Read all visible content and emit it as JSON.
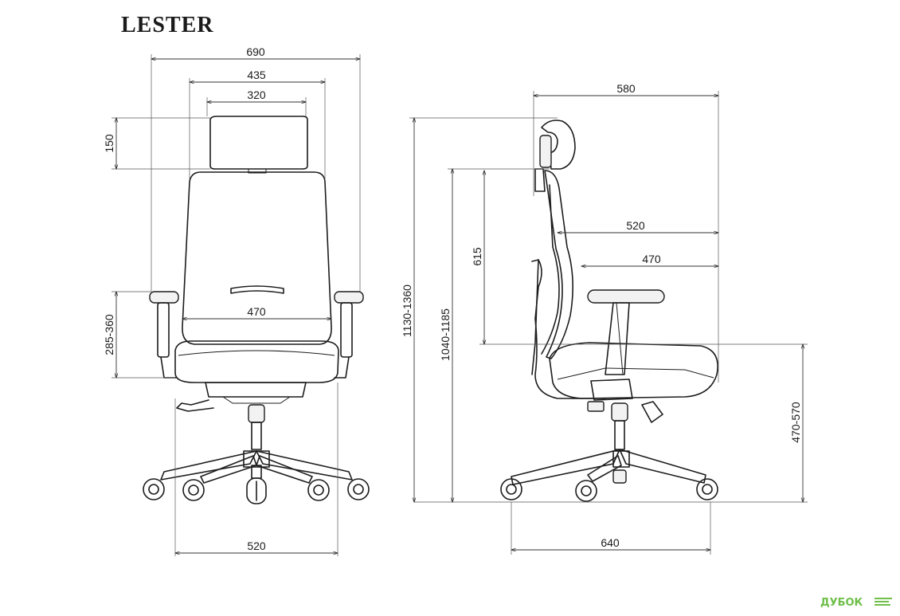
{
  "title": "LESTER",
  "front_view": {
    "width_total": "690",
    "back_width": "435",
    "headrest_width": "320",
    "headrest_height": "150",
    "armrest_height": "285-360",
    "seat_width": "470",
    "base_width": "520"
  },
  "side_view": {
    "depth_total": "580",
    "height_total": "1130-1360",
    "backrest_height": "1040-1185",
    "back_height": "615",
    "armrest_depth": "520",
    "seat_depth": "470",
    "seat_height": "470-570",
    "base_depth": "640"
  },
  "watermark": {
    "brand": "ДУБОК",
    "colors": {
      "brand": "#6fbf4a"
    }
  }
}
